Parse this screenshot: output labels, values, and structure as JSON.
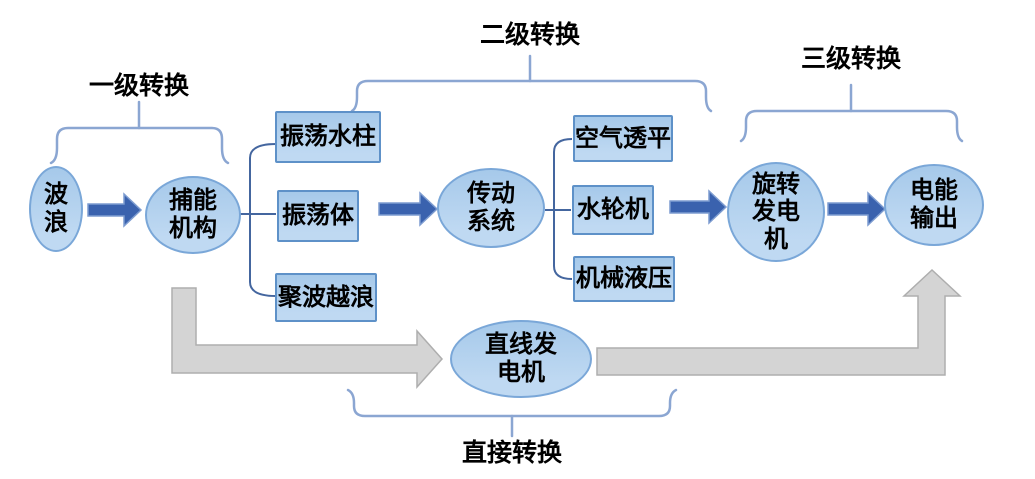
{
  "labels": {
    "stage1": "一级转换",
    "stage2": "二级转换",
    "stage3": "三级转换",
    "direct": "直接转换"
  },
  "nodes": {
    "wave": "波浪",
    "capture": "捕能机构",
    "transmission": "传动系统",
    "rotary_generator": "旋转发电机",
    "power_output": "电能输出",
    "linear_generator": "直线发电机"
  },
  "boxes": {
    "owc": "振荡水柱",
    "oscillating_body": "振荡体",
    "overtopping": "聚波越浪",
    "air_turbine": "空气透平",
    "water_turbine": "水轮机",
    "mechanical_hydraulic": "机械液压"
  },
  "edges": [
    {
      "from": "波浪",
      "to": "捕能机构",
      "style": "blue-arrow"
    },
    {
      "from": "捕能机构",
      "options": [
        "振荡水柱",
        "振荡体",
        "聚波越浪"
      ],
      "style": "connector"
    },
    {
      "from": "捕能机构",
      "to": "传动系统",
      "style": "blue-arrow"
    },
    {
      "from": "传动系统",
      "options": [
        "空气透平",
        "水轮机",
        "机械液压"
      ],
      "style": "connector"
    },
    {
      "from": "传动系统",
      "to": "旋转发电机",
      "style": "blue-arrow"
    },
    {
      "from": "旋转发电机",
      "to": "电能输出",
      "style": "blue-arrow"
    },
    {
      "from": "捕能机构",
      "to": "直线发电机",
      "style": "gray-arrow"
    },
    {
      "from": "直线发电机",
      "to": "电能输出",
      "style": "gray-arrow"
    }
  ],
  "colors": {
    "node_fill": "#bfd9f2",
    "node_fill_dark": "#a6c9ea",
    "ellipse_border": "#7aa7d8",
    "box_border": "#5e91c8",
    "arrow_blue": "#3a62ae",
    "arrow_blue_border": "#7d9cd0",
    "arrow_gray": "#d4d4d4",
    "arrow_gray_border": "#aeaeae",
    "bracket": "#8ba6d2",
    "connector": "#44669f",
    "text": "#000000"
  }
}
